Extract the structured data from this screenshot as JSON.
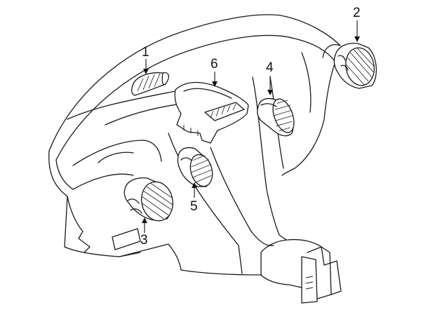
{
  "callouts": [
    {
      "id": "1",
      "label": "1"
    },
    {
      "id": "2",
      "label": "2"
    },
    {
      "id": "3",
      "label": "3"
    },
    {
      "id": "4",
      "label": "4"
    },
    {
      "id": "5",
      "label": "5"
    },
    {
      "id": "6",
      "label": "6"
    }
  ],
  "colors": {
    "ink": "#1a1a1a",
    "background": "#ffffff"
  }
}
